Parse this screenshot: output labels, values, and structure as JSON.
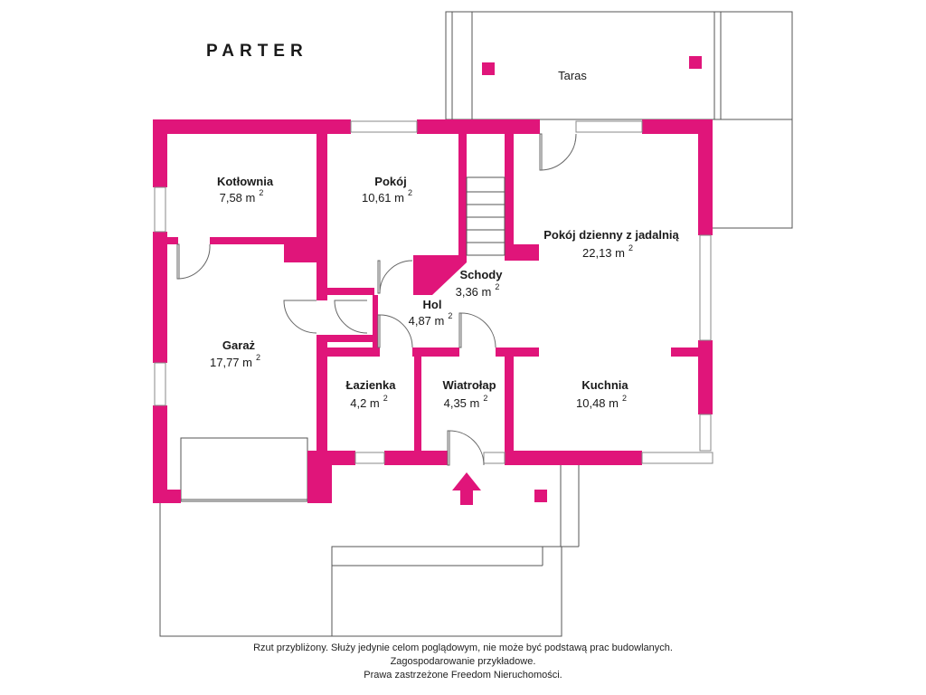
{
  "heading": "PARTER",
  "accent_color": "#e0157a",
  "rooms": [
    {
      "name": "Kotłownia",
      "area": "7,58 m",
      "exp": "2"
    },
    {
      "name": "Pokój",
      "area": "10,61 m",
      "exp": "2"
    },
    {
      "name": "Pokój dzienny z jadalnią",
      "area": "22,13 m",
      "exp": "2"
    },
    {
      "name": "Schody",
      "area": "3,36 m",
      "exp": "2"
    },
    {
      "name": "Hol",
      "area": "4,87 m",
      "exp": "2"
    },
    {
      "name": "Garaż",
      "area": "17,77 m",
      "exp": "2"
    },
    {
      "name": "Łazienka",
      "area": "4,2 m",
      "exp": "2"
    },
    {
      "name": "Wiatrołap",
      "area": "4,35 m",
      "exp": "2"
    },
    {
      "name": "Kuchnia",
      "area": "10,48 m",
      "exp": "2"
    }
  ],
  "terrace_label": "Taras",
  "entrance_icon": "arrow-up-icon",
  "footer": {
    "line1": "Rzut przybliżony. Służy jedynie celom poglądowym, nie może być podstawą prac budowlanych.",
    "line2": "Zagospodarowanie przykładowe.",
    "line3": "Prawa zastrzeżone Freedom Nieruchomości."
  }
}
